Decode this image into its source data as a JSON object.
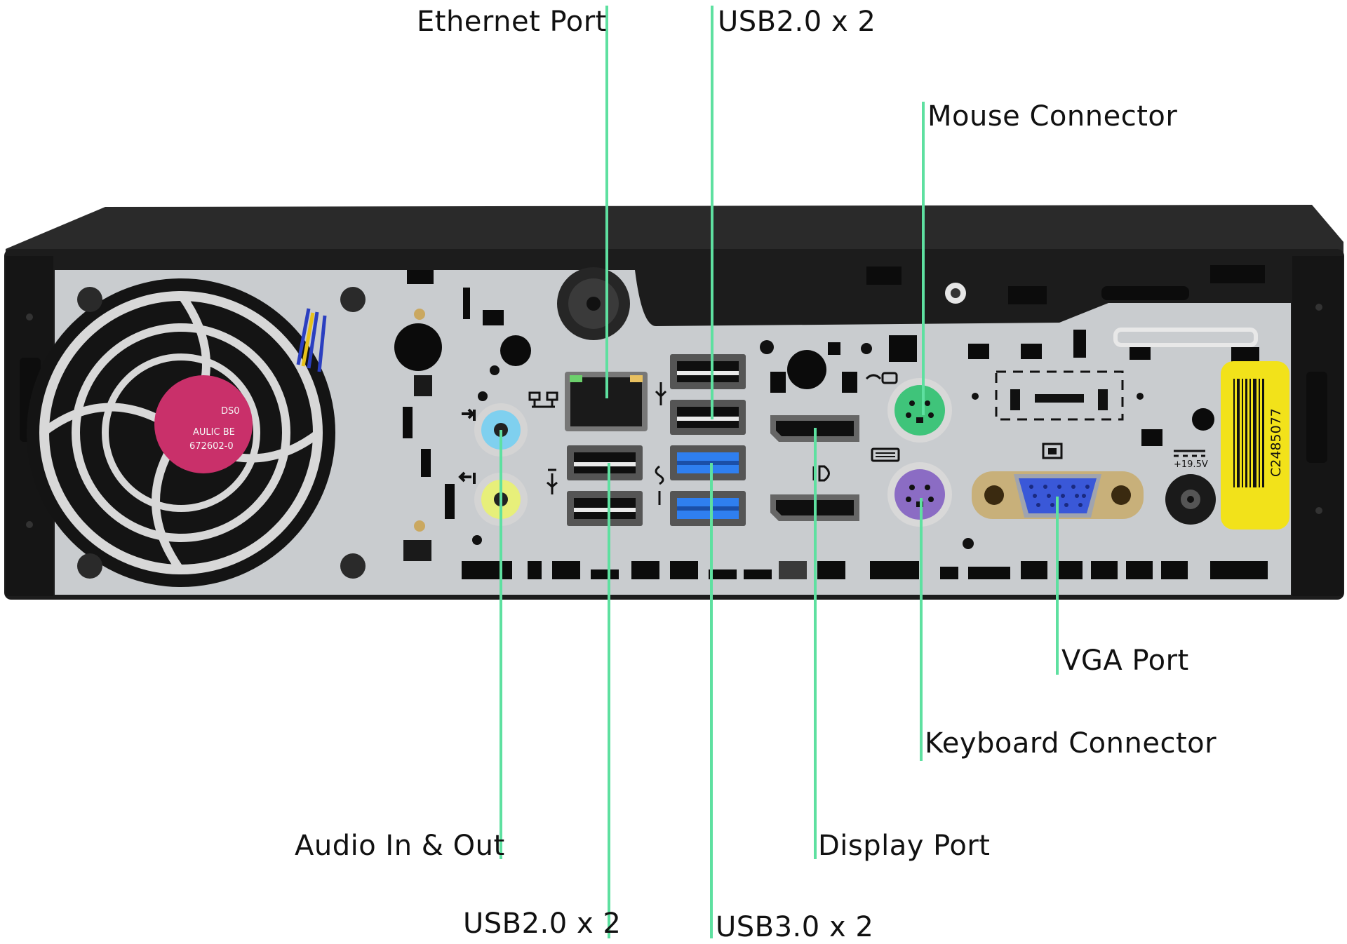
{
  "colors": {
    "leader_line": "#5ee0a0",
    "chassis": "#1c1c1c",
    "backplate": "#c9cccf",
    "usb3_blue": "#2f7ff0",
    "ps2_mouse_green": "#3fc47a",
    "ps2_keyboard_purple": "#8b6cc4",
    "vga_blue": "#3a58d8",
    "audio_blue": "#7fd0ef",
    "audio_lime": "#e7ef7a",
    "barcode_sticker": "#f2e21a",
    "fan_sticker": "#c9306a"
  },
  "labels": {
    "ethernet_port": "Ethernet Port",
    "usb20_top": "USB2.0 x 2",
    "mouse_connector": "Mouse Connector",
    "vga_port": "VGA Port",
    "keyboard_connector": "Keyboard Connector",
    "audio_in_out": "Audio In & Out",
    "display_port": "Display Port",
    "usb20_bottom": "USB2.0 x 2",
    "usb30": "USB3.0 x 2"
  },
  "device": {
    "barcode_text": "C2485077",
    "voltage_text": "+19.5V",
    "fan_label_lines": [
      "DS0",
      "AULIC BE",
      "672602-0"
    ],
    "icons": [
      "cooling-fan-icon",
      "ethernet-icon",
      "usb-icon",
      "superspeed-usb-icon",
      "displayport-icon",
      "mouse-icon",
      "keyboard-icon",
      "monitor-icon",
      "audio-out-icon",
      "audio-in-icon",
      "dc-power-icon"
    ]
  }
}
